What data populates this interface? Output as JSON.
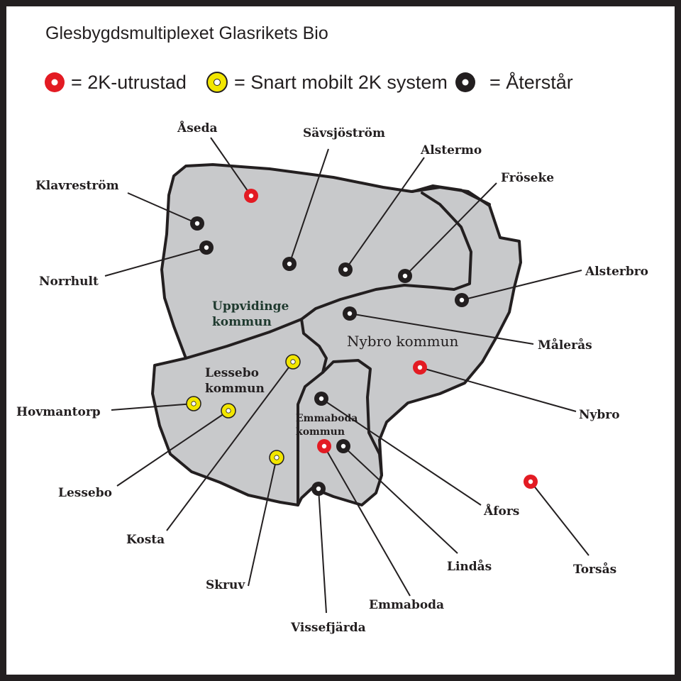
{
  "title": "Glesbygdsmultiplexet Glasrikets Bio",
  "colors": {
    "red": "#e31b23",
    "yellow": "#f2e600",
    "black": "#231f20",
    "region": "#c8c9cb"
  },
  "legend": [
    {
      "status": "red",
      "label": "= 2K-utrustad"
    },
    {
      "status": "yellow",
      "label": "= Snart mobilt 2K system"
    },
    {
      "status": "black",
      "label": "= Återstår"
    }
  ],
  "municipalities": {
    "uppvidinge_line1": "Uppvidinge",
    "uppvidinge_line2": "kommun",
    "lessebo_line1": "Lessebo",
    "lessebo_line2": "kommun",
    "nybro": "Nybro kommun",
    "emmaboda_line1": "Emmaboda",
    "emmaboda_line2": "kommun"
  },
  "places": [
    {
      "name": "Åseda",
      "status": "red"
    },
    {
      "name": "Sävsjöström",
      "status": "black"
    },
    {
      "name": "Alstermo",
      "status": "black"
    },
    {
      "name": "Fröseke",
      "status": "black"
    },
    {
      "name": "Klavreström",
      "status": "black"
    },
    {
      "name": "Norrhult",
      "status": "black"
    },
    {
      "name": "Alsterbro",
      "status": "black"
    },
    {
      "name": "Målerås",
      "status": "black"
    },
    {
      "name": "Nybro",
      "status": "red"
    },
    {
      "name": "Hovmantorp",
      "status": "yellow"
    },
    {
      "name": "Lessebo",
      "status": "yellow"
    },
    {
      "name": "Kosta",
      "status": "yellow"
    },
    {
      "name": "Skruv",
      "status": "yellow"
    },
    {
      "name": "Vissefjärda",
      "status": "black"
    },
    {
      "name": "Emmaboda",
      "status": "red"
    },
    {
      "name": "Lindås",
      "status": "black"
    },
    {
      "name": "Åfors",
      "status": "black"
    },
    {
      "name": "Torsås",
      "status": "red"
    }
  ]
}
